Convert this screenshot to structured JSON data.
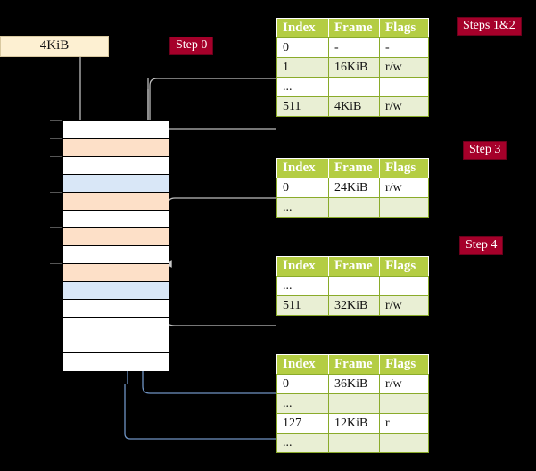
{
  "diagram": {
    "title_hidden": "multi-level page table walk",
    "source_box": {
      "label": "4KiB"
    },
    "steps": [
      {
        "id": "step0",
        "label": "Step 0",
        "color": "#a5002a"
      },
      {
        "id": "steps12",
        "label": "Steps 1&2",
        "color": "#a5002a"
      },
      {
        "id": "step3",
        "label": "Step 3",
        "color": "#a5002a"
      },
      {
        "id": "step4",
        "label": "Step 4",
        "color": "#a5002a"
      }
    ],
    "columns": [
      "Index",
      "Frame",
      "Flags"
    ],
    "tables": [
      {
        "name": "table-steps-1-2",
        "rows": [
          {
            "index": "0",
            "frame": "-",
            "flags": "-",
            "shaded": false,
            "highlight": false
          },
          {
            "index": "1",
            "frame": "16KiB",
            "flags": "r/w",
            "shaded": true,
            "highlight": false
          },
          {
            "index": "...",
            "frame": "",
            "flags": "",
            "shaded": false,
            "highlight": false
          },
          {
            "index": "511",
            "frame": "4KiB",
            "flags": "r/w",
            "shaded": true,
            "highlight": true
          }
        ]
      },
      {
        "name": "table-step-3",
        "rows": [
          {
            "index": "0",
            "frame": "24KiB",
            "flags": "r/w",
            "shaded": false,
            "highlight": false
          },
          {
            "index": "...",
            "frame": "",
            "flags": "",
            "shaded": true,
            "highlight": false
          }
        ]
      },
      {
        "name": "table-step-4",
        "rows": [
          {
            "index": "...",
            "frame": "",
            "flags": "",
            "shaded": false,
            "highlight": false
          },
          {
            "index": "511",
            "frame": "32KiB",
            "flags": "r/w",
            "shaded": true,
            "highlight": false
          }
        ]
      },
      {
        "name": "table-final",
        "rows": [
          {
            "index": "0",
            "frame": "36KiB",
            "flags": "r/w",
            "shaded": false,
            "highlight": false
          },
          {
            "index": "...",
            "frame": "",
            "flags": "",
            "shaded": true,
            "highlight": false
          },
          {
            "index": "127",
            "frame": "12KiB",
            "flags": "r",
            "shaded": false,
            "highlight": false
          },
          {
            "index": "...",
            "frame": "",
            "flags": "",
            "shaded": true,
            "highlight": false
          }
        ]
      }
    ],
    "memory_column": {
      "name": "physical-memory-column",
      "rows": [
        {
          "fill": "white",
          "tick": true
        },
        {
          "fill": "orange",
          "tick": true
        },
        {
          "fill": "white",
          "tick": true
        },
        {
          "fill": "blue",
          "tick": false
        },
        {
          "fill": "orange",
          "tick": true
        },
        {
          "fill": "white",
          "tick": false
        },
        {
          "fill": "orange",
          "tick": true
        },
        {
          "fill": "white",
          "tick": false
        },
        {
          "fill": "orange",
          "tick": true
        },
        {
          "fill": "blue",
          "tick": false
        },
        {
          "fill": "white",
          "tick": false
        },
        {
          "fill": "white",
          "tick": false
        },
        {
          "fill": "white",
          "tick": false
        },
        {
          "fill": "white",
          "tick": false
        }
      ]
    },
    "palette": {
      "background": "#000000",
      "header_green": "#b4cd43",
      "row_shade": "#e9efd4",
      "highlight_yellow": "#fbf8a8",
      "pill_red": "#a5002a",
      "source_cream": "#fdf0d2",
      "mem_orange": "#fde0c8",
      "mem_blue": "#d9e7f7",
      "wire_gray": "#b9b9b9",
      "wire_blue": "#6f94c4"
    }
  }
}
